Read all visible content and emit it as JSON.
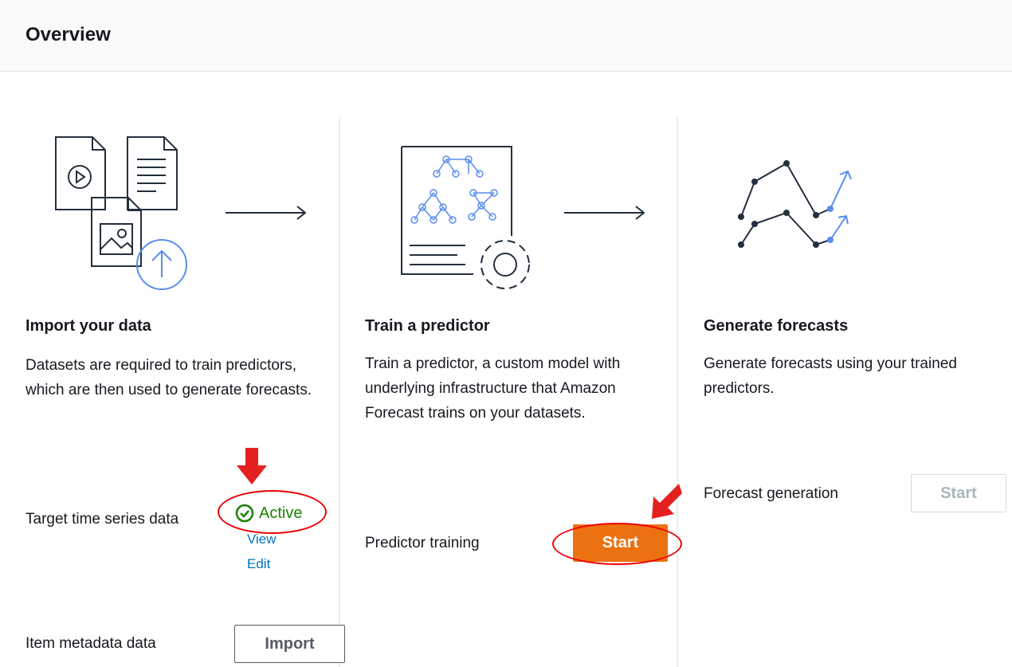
{
  "header": {
    "title": "Overview"
  },
  "columns": [
    {
      "title": "Import your data",
      "description": "Datasets are required to train predictors, which are then used to generate forecasts.",
      "rows": [
        {
          "label": "Target time series data",
          "status": "Active",
          "links": [
            "View",
            "Edit"
          ]
        },
        {
          "label": "Item metadata data",
          "button": "Import"
        }
      ]
    },
    {
      "title": "Train a predictor",
      "description": "Train a predictor, a custom model with underlying infrastructure that Amazon Forecast trains on your datasets.",
      "rows": [
        {
          "label": "Predictor training",
          "button": "Start"
        }
      ]
    },
    {
      "title": "Generate forecasts",
      "description": "Generate forecasts using your trained predictors.",
      "rows": [
        {
          "label": "Forecast generation",
          "button": "Start"
        }
      ]
    }
  ],
  "colors": {
    "primary": "#ec7211",
    "success": "#1d8102",
    "link": "#0073bb",
    "annotation": "#e00000"
  }
}
